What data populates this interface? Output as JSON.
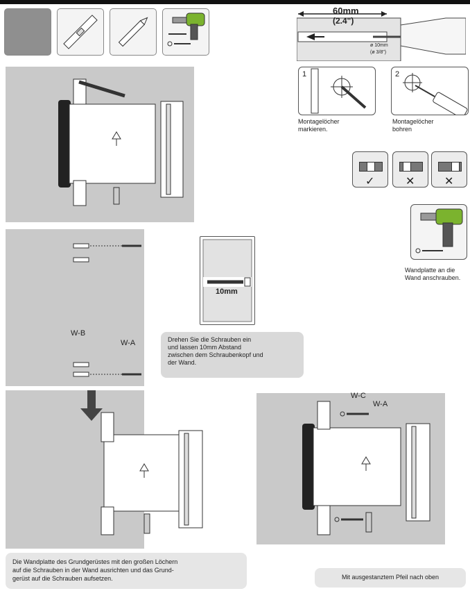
{
  "top_dimension": {
    "length": "60mm",
    "length_in": "(2.4\")",
    "diameter": "ø 10mm",
    "diameter_in": "(ø 3/8\")"
  },
  "steps": {
    "step1_number": "1",
    "step1_caption_line1": "Montagelöcher",
    "step1_caption_line2": "markieren.",
    "step2_number": "2",
    "step2_caption_line1": "Montagelöcher",
    "step2_caption_line2": "bohren"
  },
  "level_results": [
    "✓",
    "✕",
    "✕"
  ],
  "drill_caption_line1": "Wandplatte an die",
  "drill_caption_line2": "Wand anschrauben.",
  "gap_label": "10mm",
  "screw_labels": {
    "wb": "W-B",
    "wa": "W-A",
    "wc": "W-C",
    "wa2": "W-A"
  },
  "screw_note": {
    "line1": "Drehen Sie die Schrauben ein",
    "line2": "und lassen 10mm Abstand",
    "line3": "zwischen dem Schraubenkopf und",
    "line4": "der Wand."
  },
  "bottom_note": {
    "line1": "Die Wandplatte des Grundgerüstes mit den großen Löchern",
    "line2": "auf die Schrauben in der Wand ausrichten und das Grund-",
    "line3": "gerüst auf die Schrauben aufsetzen."
  },
  "arrow_note": "Mit ausgestanztem Pfeil nach oben"
}
